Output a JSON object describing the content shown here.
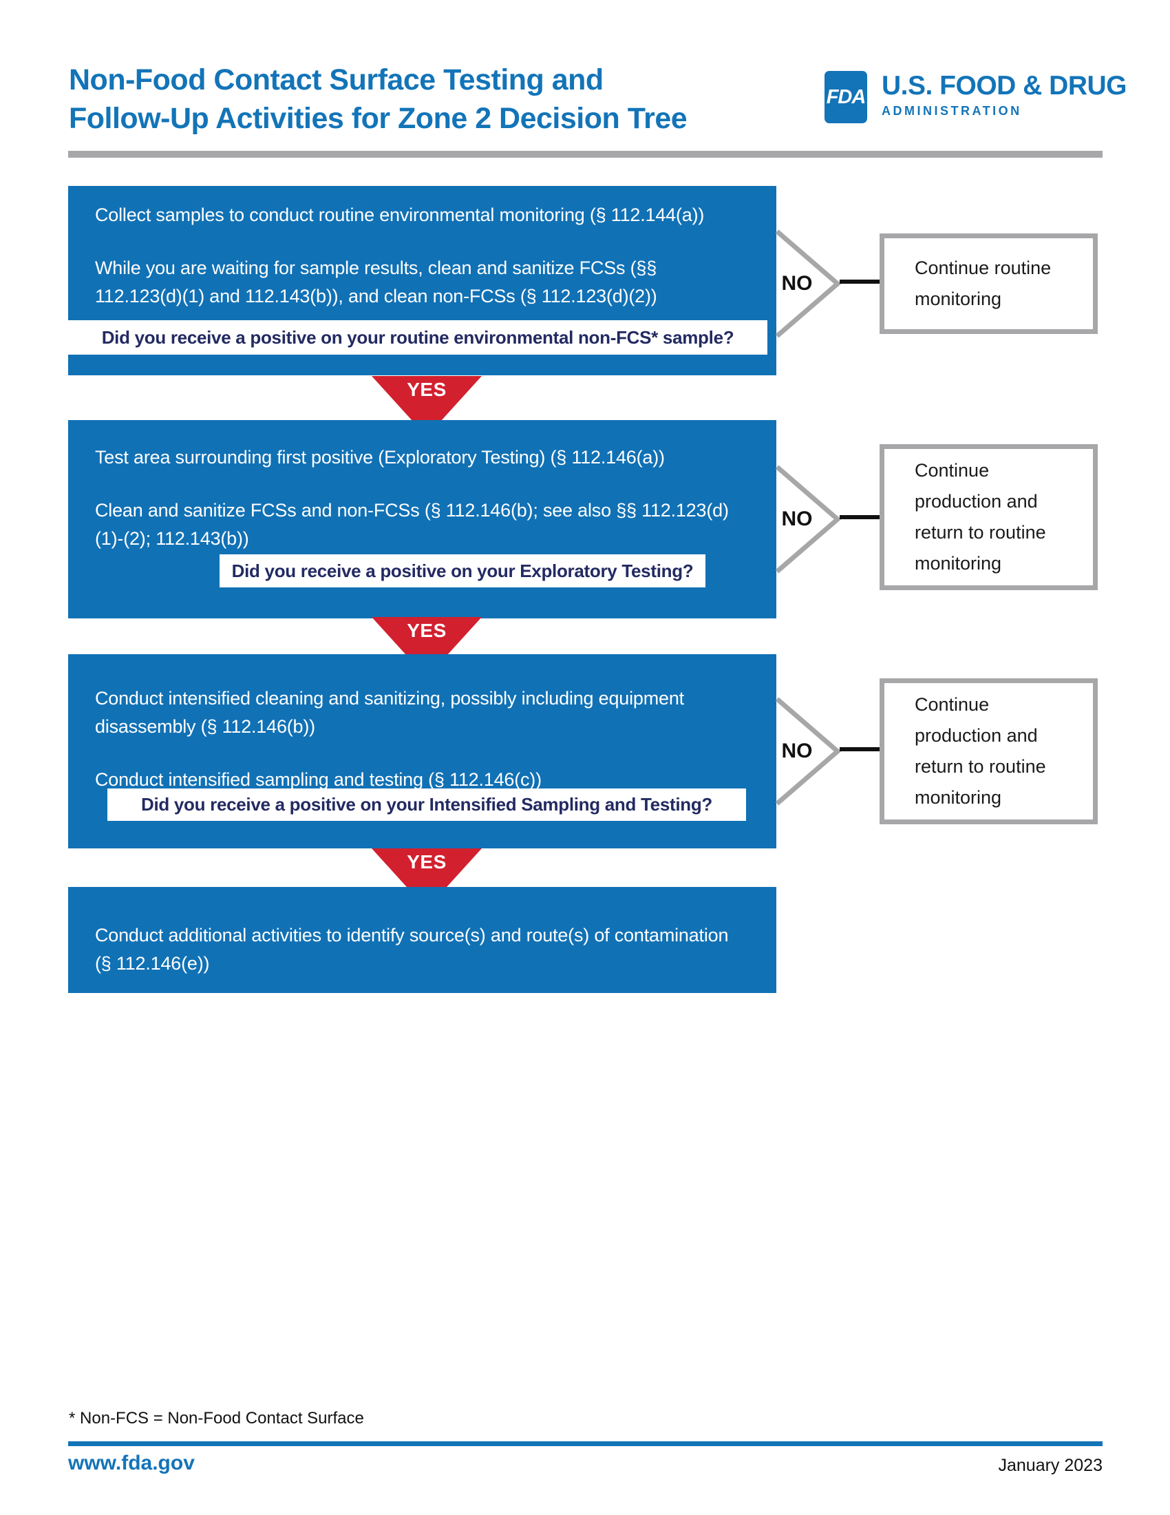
{
  "header": {
    "title_line1": "Non-Food Contact Surface Testing and",
    "title_line2": "Follow-Up Activities for Zone 2 Decision Tree"
  },
  "logo": {
    "acronym": "FDA",
    "name_line1": "U.S. FOOD & DRUG",
    "name_line2": "ADMINISTRATION"
  },
  "colors": {
    "box_blue": "#1171b5",
    "title_blue": "#1374b8",
    "arrow_red": "#d2202f",
    "question_navy": "#232a62",
    "border_gray": "#a7a7a9"
  },
  "flow": {
    "steps": [
      {
        "paragraphs": [
          [
            "Collect samples to conduct routine environmental monitoring (§ 112.144(a))"
          ],
          [
            "While you are waiting for sample results, clean and sanitize FCSs (§§",
            "112.123(d)(1) and 112.143(b)), and clean non-FCSs (§ 112.123(d)(2))"
          ]
        ],
        "question": "Did you receive a positive on your routine environmental non-FCS* sample?",
        "no_label": "NO",
        "no_result": [
          "Continue routine",
          "monitoring"
        ],
        "yes_label": "YES"
      },
      {
        "paragraphs": [
          [
            "Test area surrounding first positive (Exploratory Testing) (§ 112.146(a))"
          ],
          [
            "Clean and sanitize FCSs and non-FCSs (§ 112.146(b); see also §§ 112.123(d)",
            "(1)-(2); 112.143(b))"
          ]
        ],
        "question": "Did you receive a positive on your Exploratory Testing?",
        "no_label": "NO",
        "no_result": [
          "Continue",
          "production and",
          "return to routine",
          "monitoring"
        ],
        "yes_label": "YES"
      },
      {
        "paragraphs": [
          [
            "Conduct intensified cleaning and sanitizing, possibly including equipment",
            "disassembly (§ 112.146(b))"
          ],
          [
            "Conduct intensified sampling and testing (§ 112.146(c))"
          ]
        ],
        "question": "Did you receive a positive on your Intensified Sampling and Testing?",
        "no_label": "NO",
        "no_result": [
          "Continue",
          "production and",
          "return to routine",
          "monitoring"
        ],
        "yes_label": "YES"
      },
      {
        "paragraphs": [
          [
            "Conduct additional activities to identify source(s) and route(s) of contamination",
            "(§ 112.146(e))"
          ]
        ]
      }
    ]
  },
  "footer": {
    "footnote": "* Non-FCS = Non-Food Contact Surface",
    "website": "www.fda.gov",
    "date": "January 2023"
  }
}
